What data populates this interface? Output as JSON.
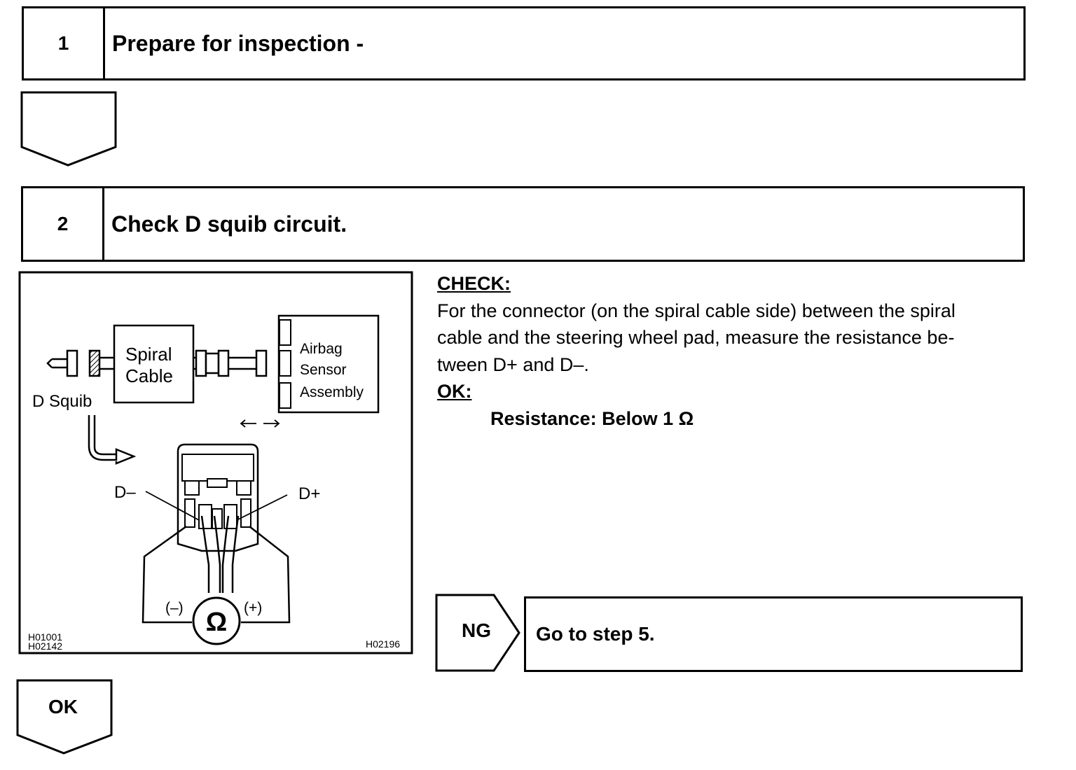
{
  "step1": {
    "number": "1",
    "title": "Prepare for inspection -"
  },
  "step2": {
    "number": "2",
    "title": "Check D squib circuit."
  },
  "figure": {
    "spiral_cable_line1": "Spiral",
    "spiral_cable_line2": "Cable",
    "airbag_line1": "Airbag",
    "airbag_line2": "Sensor",
    "airbag_line3": "Assembly",
    "d_squib": "D Squib",
    "d_minus": "D–",
    "d_plus": "D+",
    "meter_minus": "(–)",
    "meter_plus": "(+)",
    "ohm_symbol": "Ω",
    "code_left_1": "H01001",
    "code_left_2": "H02142",
    "code_right": "H02196"
  },
  "check": {
    "header": "CHECK:",
    "line1": "For the connector (on the spiral cable side) between the spiral",
    "line2": "cable and the steering wheel pad, measure the resistance be-",
    "line3": "tween D+ and D–.",
    "ok_header": "OK:",
    "resistance": "Resistance: Below 1 Ω"
  },
  "ng": {
    "label": "NG",
    "result": "Go to step 5."
  },
  "ok_arrow": {
    "label": "OK"
  }
}
